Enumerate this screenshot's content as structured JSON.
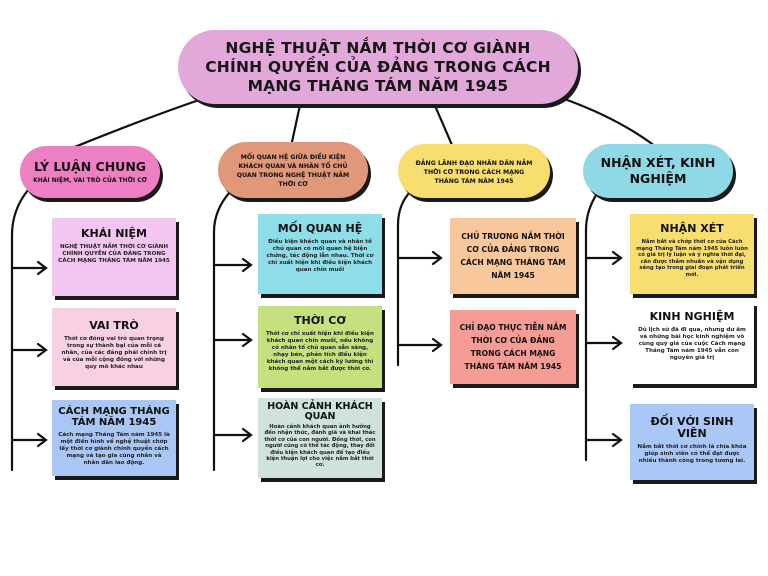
{
  "root": {
    "line1": "NGHỆ THUẬT NẮM THỜI CƠ GIÀNH",
    "line2": "CHÍNH QUYỀN CỦA ĐẢNG TRONG CÁCH",
    "line3": "MẠNG THÁNG TÁM NĂM 1945"
  },
  "branches": [
    {
      "title": "LÝ LUẬN CHUNG",
      "subtitle": "KHÁI NIỆM, VAI TRÒ CỦA THỜI CƠ",
      "color": "#ef7fc3"
    },
    {
      "title": "",
      "subtitle": "MỐI QUAN HỆ GIỮA ĐIỀU KIỆN KHÁCH QUAN VÀ NHÂN TỐ CHỦ QUAN TRONG NGHỆ THUẬT NẮM THỜI CƠ",
      "color": "#e0977a"
    },
    {
      "title": "",
      "subtitle": "ĐẢNG LÃNH ĐẠO NHÂN DÂN NẮM THỜI CƠ TRONG CÁCH MẠNG THÁNG TÁM NĂM 1945",
      "color": "#f8de6e"
    },
    {
      "title": "NHẬN XÉT, KINH NGHIỆM",
      "subtitle": "",
      "color": "#8fd8e6"
    }
  ],
  "col1": [
    {
      "title": "KHÁI NIỆM",
      "body": "NGHỆ THUẬT NẮM THỜI CƠ GIÀNH CHÍNH QUYỀN CỦA ĐẢNG TRONG CÁCH MẠNG THÁNG TÁM NĂM 1945",
      "color": "#f3c6f1"
    },
    {
      "title": "VAI TRÒ",
      "body": "Thời cơ đóng vai trò quan trọng trong sự thành bại của mỗi cá nhân, của các đảng phái chính trị và của mỗi cộng đồng với những quy mô khác nhau",
      "color": "#f7d0e3"
    },
    {
      "title": "CÁCH MẠNG THÁNG TÁM NĂM 1945",
      "body": "Cách mạng Tháng Tám năm 1945 là một điển hình về nghệ thuật chớp lấy thời cơ giành chính quyền cách mạng và tạo gia cùng nhân và nhân dân lao động.",
      "color": "#a9c6f4"
    }
  ],
  "col2": [
    {
      "title": "MỐI QUAN HỆ",
      "body": "Điều kiện khách quan và nhân tố chủ quan có mối quan hệ biện chứng, tác động lẫn nhau. Thời cơ chỉ xuất hiện khi điều kiện khách quan chín muồi",
      "color": "#8fdde8"
    },
    {
      "title": "THỜI CƠ",
      "body": "Thời cơ chỉ xuất hiện khi điều kiện khách quan chín muồi, nếu không có nhân tố chủ quan sẵn sàng, nhạy bén, phản tích điều kiện khách quan một cách kỹ lưỡng thì không thể nắm bắt được thời cơ.",
      "color": "#c6df7f"
    },
    {
      "title": "HOÀN CẢNH KHÁCH QUAN",
      "body": "Hoàn cảnh khách quan ảnh hưởng đến nhận thức, đánh giá và khai thác thời cơ của con người. Đồng thời, con người cũng có thể tác động, thay đổi điều kiện khách quan để tạo điều kiện thuận lợi cho việc nắm bắt thời cơ.",
      "color": "#cfe3dc"
    }
  ],
  "col3": [
    {
      "title": "CHỦ TRƯƠNG NẮM THỜI CƠ CỦA ĐẢNG TRONG CÁCH MẠNG THÁNG TÁM NĂM 1945",
      "color": "#f8c79b"
    },
    {
      "title": "CHỈ ĐẠO THỰC TIỄN NẮM THỜI CƠ CỦA ĐẢNG TRONG CÁCH MẠNG THÁNG TÁM NĂM 1945",
      "color": "#f59c94"
    }
  ],
  "col4": [
    {
      "title": "NHẬN XÉT",
      "body": "Nắm bắt và chớp thời cơ của Cách mạng Tháng Tám năm 1945 luôn luôn có giá trị lý luận và ý nghĩa thời đại, cần được thấm nhuần và vận dụng sáng tạo trong giai đoạn phát triển mới.",
      "color": "#f8de6e"
    },
    {
      "title": "KINH NGHIỆM",
      "body": "Dù lịch sử đã đi qua, nhưng dư âm và những bài học kinh nghiệm vô cùng quý giá của cuộc Cách mạng Tháng Tám năm 1945 vẫn còn nguyên giá trị",
      "color": "#ffffff"
    },
    {
      "title": "ĐỐI VỚI SINH VIÊN",
      "body": "Nắm bắt thời cơ chính là chìa khóa giúp sinh viên có thể đạt được nhiều thành công trong tương lai.",
      "color": "#abc7f5"
    }
  ]
}
